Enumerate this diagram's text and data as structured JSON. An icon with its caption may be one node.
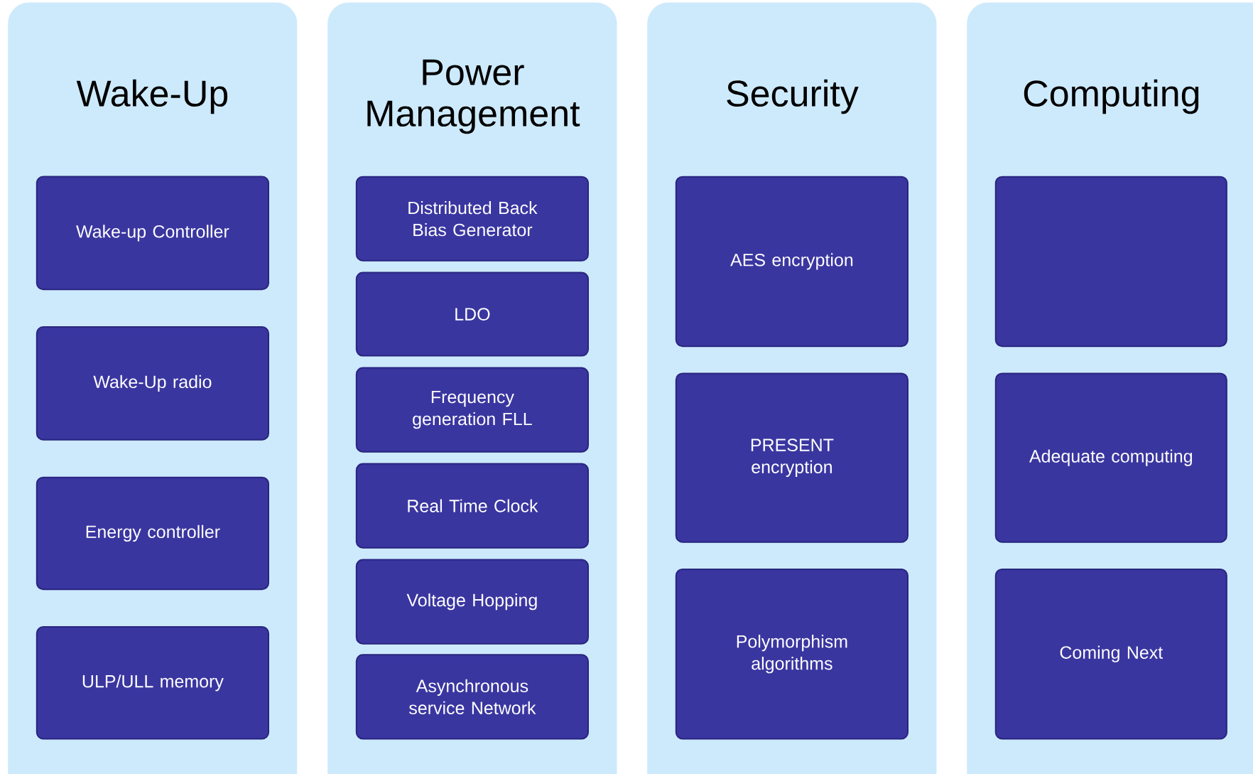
{
  "diagram": {
    "nodes": [
      {
        "text": [
          "Wake-Up"
        ]
      },
      {
        "text": [
          "Wake-up Controller"
        ],
        "in": 0
      },
      {
        "text": [
          "Wake-Up radio"
        ],
        "in": 0
      },
      {
        "text": [
          "Energy controller"
        ],
        "in": 0
      },
      {
        "text": [
          "ULP/ULL memory"
        ],
        "in": 0
      },
      {
        "text": [
          "Power Management"
        ]
      },
      {
        "text": [
          "Distributed Back Bias Generator"
        ],
        "in": 5
      },
      {
        "text": [
          "LDO"
        ],
        "in": 5
      },
      {
        "text": [
          "Frequency generation FLL"
        ],
        "in": 5
      },
      {
        "text": [
          "Real Time Clock"
        ],
        "in": 5
      },
      {
        "text": [
          "Voltage Hopping"
        ],
        "in": 5
      },
      {
        "text": [
          "Asynchronous service Network"
        ],
        "in": 5
      },
      {
        "text": [
          "Security"
        ]
      },
      {
        "text": [
          "AES encryption"
        ],
        "in": 12
      },
      {
        "text": [
          "PRESENT encryption"
        ],
        "in": 12
      },
      {
        "text": [
          "Polymorphism algorithms"
        ],
        "in": 12
      },
      {
        "text": [
          "Computing"
        ]
      },
      {
        "text": [],
        "shape": "box",
        "in": 16
      },
      {
        "text": [
          "Adequate computing"
        ],
        "in": 16
      },
      {
        "text": [
          "Coming Next"
        ],
        "in": 16
      }
    ]
  }
}
